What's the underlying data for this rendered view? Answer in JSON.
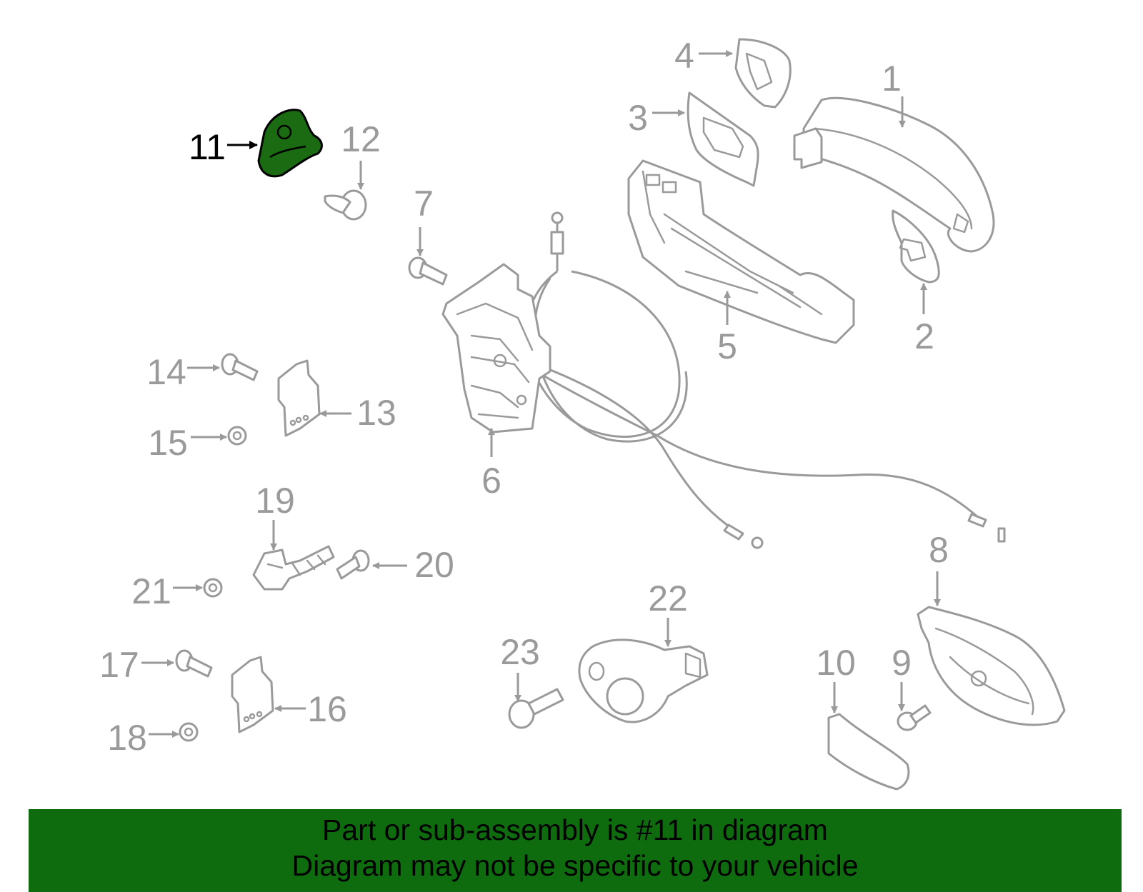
{
  "diagram": {
    "highlighted_part": "11",
    "highlight_color": "#1b6b12",
    "part_color": "#9a9a9a",
    "callouts": [
      "1",
      "2",
      "3",
      "4",
      "5",
      "6",
      "7",
      "8",
      "9",
      "10",
      "11",
      "12",
      "13",
      "14",
      "15",
      "16",
      "17",
      "18",
      "19",
      "20",
      "21",
      "22",
      "23"
    ]
  },
  "banner": {
    "color": "#0e6b0e",
    "line1": "Part or sub-assembly is #11 in diagram",
    "line2": "Diagram may not be specific to your vehicle"
  }
}
